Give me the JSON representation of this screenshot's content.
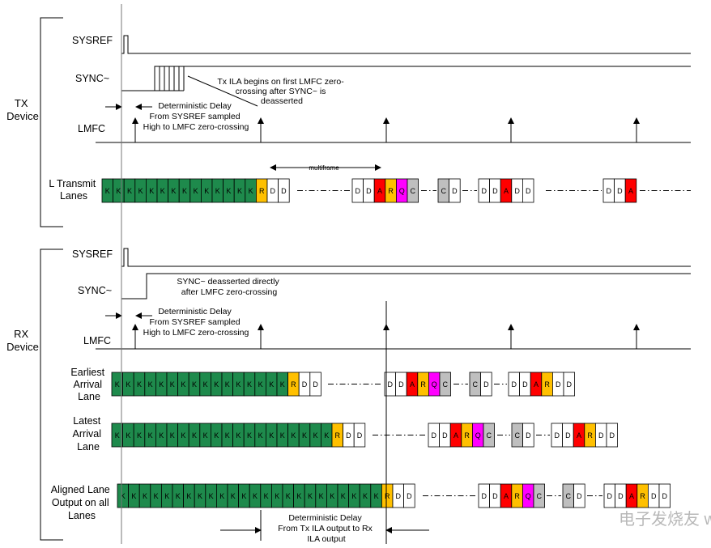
{
  "colors": {
    "K": "#1e8a4c",
    "R": "#ffc000",
    "A": "#ff0000",
    "Q": "#ff00ff",
    "C": "#bfbfbf",
    "D": "#ffffff"
  },
  "tx": {
    "device_label": [
      "TX",
      "Device"
    ],
    "sysref_label": "SYSREF",
    "sync_label": "SYNC~",
    "lmfc_label": "LMFC",
    "lanes_label": [
      "L Transmit",
      "Lanes"
    ],
    "ila_note": [
      "Tx ILA begins on first LMFC zero-",
      "crossing after SYNC~ is",
      "deasserted"
    ],
    "delay_note": [
      "Deterministic Delay",
      "From SYSREF sampled",
      "High to LMFC zero-crossing"
    ],
    "multiframe_label": "multiframe",
    "lane_groups": [
      [
        "K",
        "K",
        "K",
        "K",
        "K",
        "K",
        "K",
        "K",
        "K",
        "K",
        "K",
        "K",
        "K",
        "K",
        "R",
        "D",
        "D"
      ],
      [
        "D",
        "D",
        "A",
        "R",
        "Q",
        "C"
      ],
      [
        "C",
        "D"
      ],
      [
        "D",
        "D",
        "A",
        "D",
        "D"
      ],
      [
        "D",
        "D",
        "A"
      ]
    ]
  },
  "rx": {
    "device_label": [
      "RX",
      "Device"
    ],
    "sysref_label": "SYSREF",
    "sync_label": "SYNC~",
    "lmfc_label": "LMFC",
    "sync_note": [
      "SYNC~ deasserted directly",
      "after LMFC zero-crossing"
    ],
    "delay_note": [
      "Deterministic Delay",
      "From SYSREF sampled",
      "High to LMFC zero-crossing"
    ],
    "earliest_label": [
      "Earliest",
      "Arrival",
      "Lane"
    ],
    "latest_label": [
      "Latest",
      "Arrival",
      "Lane"
    ],
    "aligned_label": [
      "Aligned Lane",
      "Output on all",
      "Lanes"
    ],
    "ila_delay_note": [
      "Deterministic Delay",
      "From Tx ILA output to Rx",
      "ILA output"
    ],
    "earliest_groups": [
      [
        "K",
        "K",
        "K",
        "K",
        "K",
        "K",
        "K",
        "K",
        "K",
        "K",
        "K",
        "K",
        "K",
        "K",
        "K",
        "K",
        "R",
        "D",
        "D"
      ],
      [
        "D",
        "D",
        "A",
        "R",
        "Q",
        "C"
      ],
      [
        "C",
        "D"
      ],
      [
        "D",
        "D",
        "A",
        "R",
        "D",
        "D"
      ]
    ],
    "latest_groups": [
      [
        "K",
        "K",
        "K",
        "K",
        "K",
        "K",
        "K",
        "K",
        "K",
        "K",
        "K",
        "K",
        "K",
        "K",
        "K",
        "K",
        "K",
        "K",
        "K",
        "K",
        "R",
        "D",
        "D"
      ],
      [
        "D",
        "D",
        "A",
        "R",
        "Q",
        "C"
      ],
      [
        "C",
        "D"
      ],
      [
        "D",
        "D",
        "A",
        "R",
        "D",
        "D"
      ]
    ],
    "aligned_groups": [
      [
        "K",
        "K",
        "K",
        "K",
        "K",
        "K",
        "K",
        "K",
        "K",
        "K",
        "K",
        "K",
        "K",
        "K",
        "K",
        "K",
        "K",
        "K",
        "K",
        "K",
        "K",
        "K",
        "K",
        "K",
        "R",
        "D",
        "D"
      ],
      [
        "D",
        "D",
        "A",
        "R",
        "Q",
        "C"
      ],
      [
        "C",
        "D"
      ],
      [
        "D",
        "D",
        "A",
        "R",
        "D",
        "D"
      ]
    ]
  },
  "watermark": "电子发烧友 www.elecfans.com"
}
